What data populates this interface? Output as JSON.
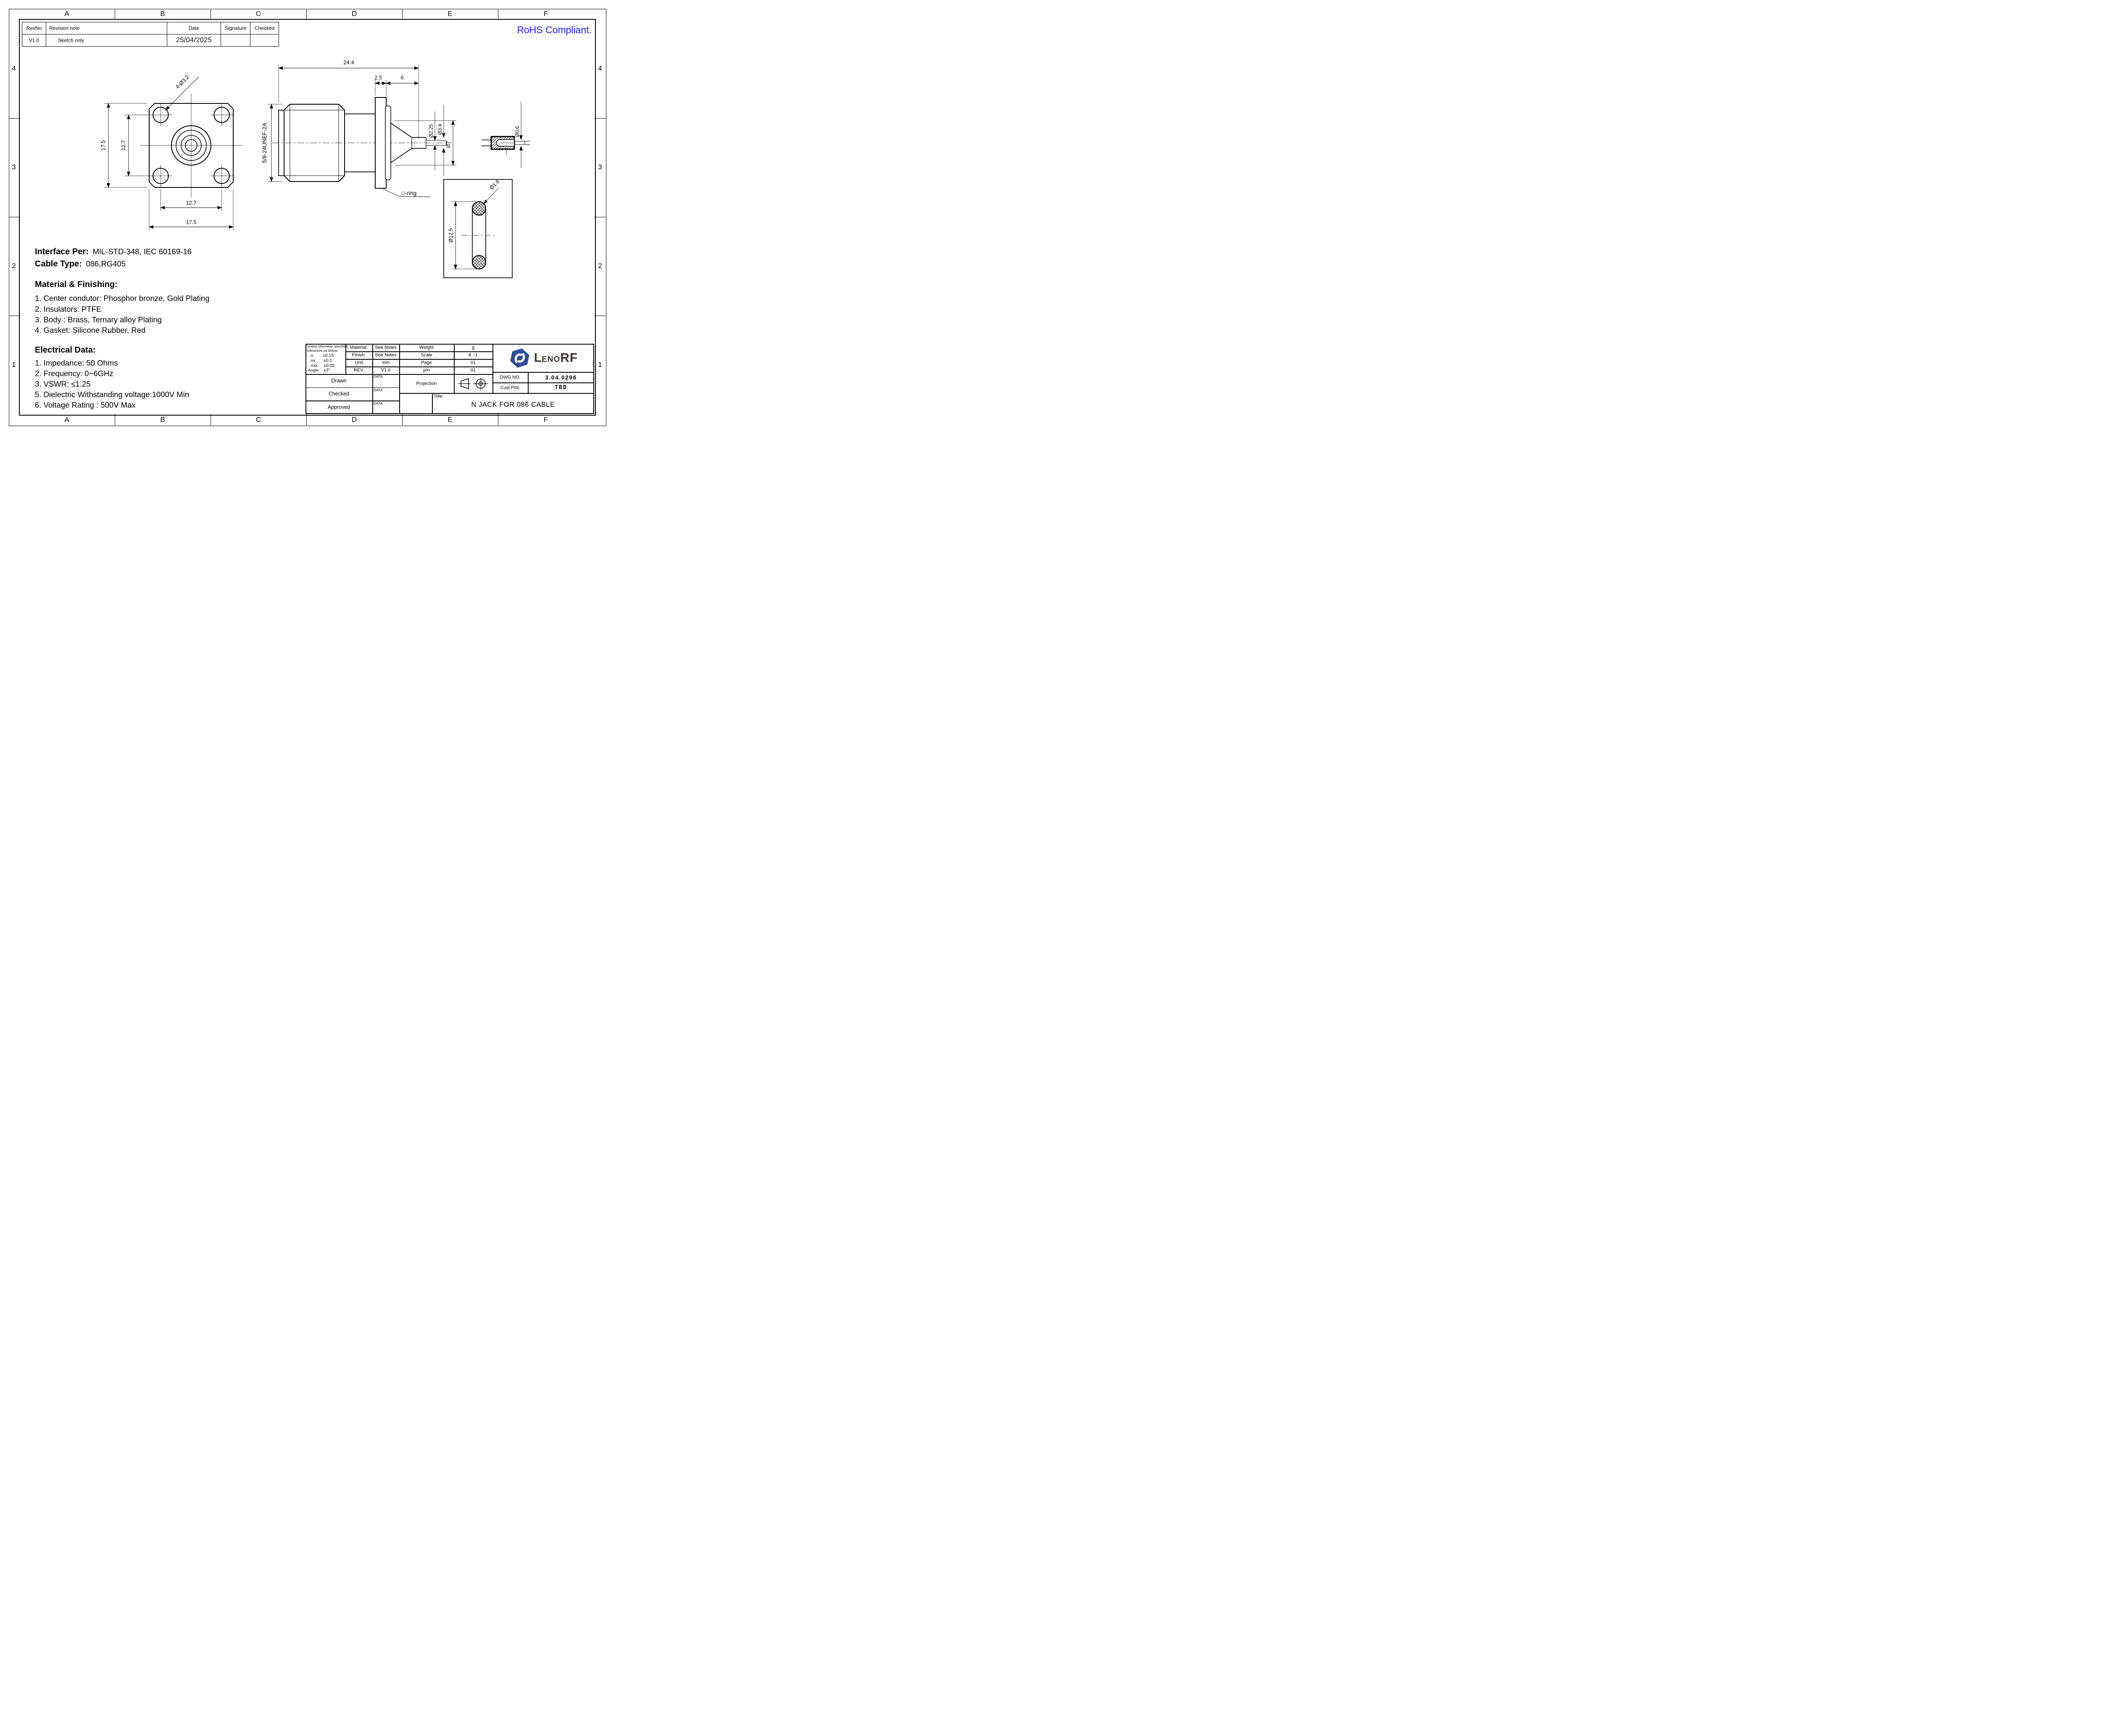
{
  "colors": {
    "rohs_blue": "#1a1aff",
    "logo_blue": "#2f4d9b",
    "logo_text": "#3a322b",
    "line": "#000000"
  },
  "sheet": {
    "rohs": "RoHS Compliant.",
    "grid_cols": [
      "A",
      "B",
      "C",
      "D",
      "E",
      "F"
    ],
    "grid_rows": [
      "4",
      "3",
      "2",
      "1"
    ]
  },
  "revision_table": {
    "headers": [
      "RevNo",
      "Revision note",
      "Date",
      "Signature",
      "Checked"
    ],
    "row": {
      "rev_no": "V1.0",
      "note": "Sketch only",
      "date": "25/04/2025",
      "signature": "",
      "checked": ""
    }
  },
  "dims": {
    "front": {
      "corner_holes": "4-Ø3.2",
      "flange_size_v": "17.5",
      "hole_pitch_v": "12.7",
      "hole_pitch_h": "12.7",
      "flange_size_h": "17.5"
    },
    "side": {
      "overall": "24.4",
      "flange_thk": "2.5",
      "tail": "6",
      "thread": "5/8-24UNEF-2A",
      "pin_dia": "Ø2.25",
      "insulator_dia": "Ø3.4",
      "body_dia": "Ø7",
      "oring_label": "□-ring"
    },
    "pin": {
      "dia": "Ø0.6"
    },
    "oring": {
      "cs_dia": "Ø1.8",
      "ring_dia": "Ø12.5"
    }
  },
  "notes": {
    "interface_label": "Interface Per:",
    "interface_value": "MIL-STD-348, IEC 60169-16",
    "cable_label": "Cable Type:",
    "cable_value": "086,RG405",
    "material_heading": "Material & Finishing:",
    "material_items": [
      "1. Center condutor: Phosphor bronze, Gold Plating",
      "2. Insulators: PTFE",
      "3. Body : Brass, Ternary alloy Plating",
      "4. Gasket: Silicone Rubber, Red"
    ],
    "electrical_heading": "Electrical Data:",
    "electrical_items": [
      "1. Impedance: 50 Ohms",
      "2. Frequency: 0~6GHz",
      "3. VSWR: ≤1.25",
      "5. Dielectric Withstanding voltage:1000V Min",
      "6. Voltage Rating : 500V Max"
    ]
  },
  "title_block": {
    "tolerance_note1": "Unless otherwise specified,",
    "tolerance_note2": "tolerances as below:",
    "tol": [
      {
        "label": ".x",
        "value": "±0.15"
      },
      {
        "label": ".xx",
        "value": "±0.1"
      },
      {
        "label": ".xxx",
        "value": "±0.05"
      },
      {
        "label": "Angle:",
        "value": "±2°"
      }
    ],
    "sign_rows": [
      "Drawn",
      "Checked",
      "Approved"
    ],
    "data_label": "DATA:",
    "material_label": "Material:",
    "material_value": "See Notes",
    "finish_label": "Finish:",
    "finish_value": "See Notes",
    "unit_label": "Unit",
    "unit_value": "mm",
    "rev_label": "REV.",
    "rev_value": "V1.0",
    "weight_label": "Weight",
    "weight_value": "g",
    "scale_label": "Scale",
    "scale_value": "8 : 1",
    "page_label": "Page",
    "page_value": "01",
    "pn_label": "p/n",
    "pn_value": "01",
    "projection_label": "Projection",
    "dwg_label": "DWG NO.",
    "dwg_value": "3.04.0296",
    "cust_label": "Cust P/N.",
    "cust_value": "TBD",
    "title_label": "Title:",
    "title_value": "N JACK FOR 086 CABLE",
    "brand_l": "L",
    "brand_eno": "ENO",
    "brand_rf": "RF"
  }
}
